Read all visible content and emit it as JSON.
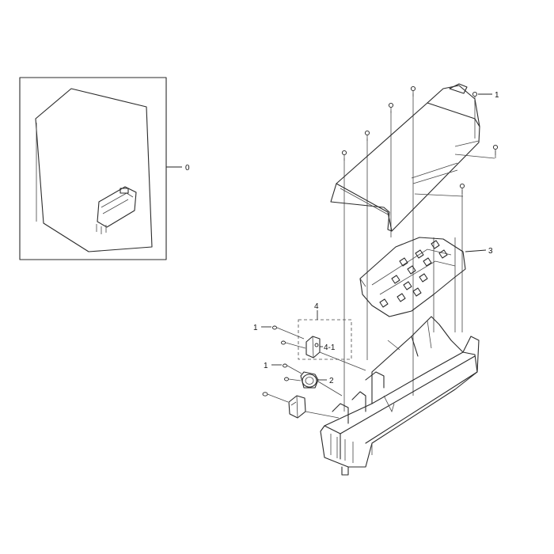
{
  "callouts": {
    "overview": "0",
    "screw_top": "1",
    "heater_bracket": "3",
    "kit": "4",
    "screw_kit": "1",
    "kit_part": "4-1",
    "screw_thermostat": "1",
    "thermostat": "2"
  },
  "icons": [
    "dryer-overview",
    "heater-duct",
    "heater-coil-plate",
    "screw-icon",
    "thermostat-icon",
    "fuse-bracket-icon",
    "fuse-icon"
  ],
  "colors": {
    "line": "#2a2a2a",
    "background": "#ffffff"
  }
}
